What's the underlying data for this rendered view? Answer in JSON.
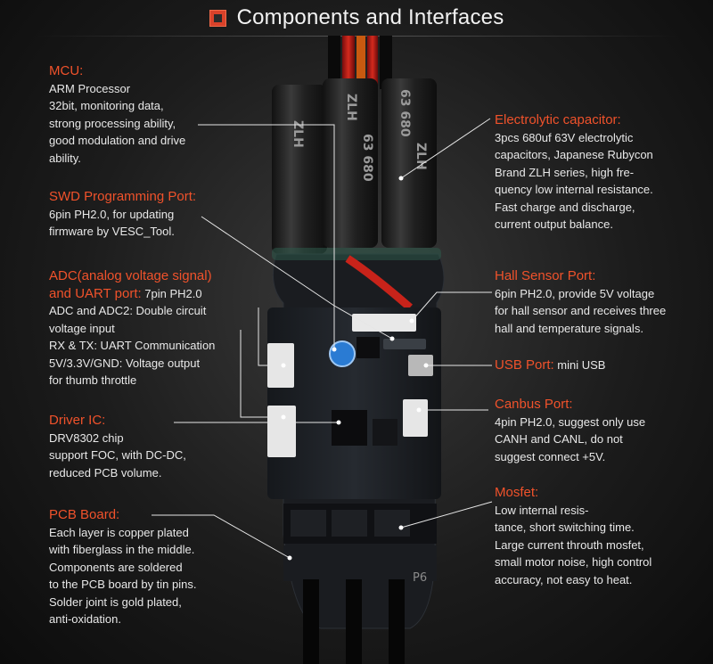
{
  "header": {
    "title": "Components and Interfaces"
  },
  "colors": {
    "accent": "#f0522b",
    "background": "#1c1c1c",
    "text": "#e8e8e8",
    "pcb": "#1a1d22",
    "capacitor": "#262626"
  },
  "capacitor_markings": [
    "ZLH",
    "63 680"
  ],
  "board_marking": "P6",
  "labels": {
    "mcu": {
      "title": "MCU:",
      "body": "ARM Processor\n32bit, monitoring data,\nstrong processing ability,\ngood modulation and drive\nability."
    },
    "swd": {
      "title": "SWD Programming Port:",
      "body": "6pin PH2.0, for updating\nfirmware by VESC_Tool."
    },
    "adc": {
      "title_line1": "ADC(analog voltage signal)",
      "title_line2": "and UART port:",
      "inline_text": " 7pin PH2.0",
      "body": "ADC and ADC2: Double circuit\nvoltage input\nRX & TX: UART Communication\n5V/3.3V/GND: Voltage output\nfor thumb throttle"
    },
    "driver": {
      "title": "Driver IC:",
      "body": "DRV8302 chip\nsupport FOC, with DC-DC,\nreduced PCB volume."
    },
    "pcb": {
      "title": "PCB Board:",
      "body": "Each layer is copper plated\nwith fiberglass in the middle.\nComponents are soldered\nto the PCB board by tin pins.\nSolder joint is gold plated,\nanti-oxidation."
    },
    "electrolytic": {
      "title": "Electrolytic capacitor:",
      "body": "3pcs 680uf 63V electrolytic\ncapacitors, Japanese Rubycon\nBrand ZLH series, high fre-\nquency low internal resistance.\nFast charge and discharge,\ncurrent output balance."
    },
    "hall": {
      "title": "Hall Sensor Port:",
      "body": "6pin PH2.0, provide 5V voltage\nfor hall sensor and receives three\nhall and temperature signals."
    },
    "usb": {
      "title": "USB Port:",
      "inline_text": " mini USB"
    },
    "canbus": {
      "title": "Canbus Port:",
      "body": "4pin PH2.0, suggest only use\nCANH and CANL, do not\nsuggest connect +5V."
    },
    "mosfet": {
      "title": "Mosfet:",
      "body": "Low internal resis-\ntance, short switching time.\nLarge current throuth mosfet,\nsmall motor noise, high control\naccuracy, not easy to heat."
    }
  }
}
